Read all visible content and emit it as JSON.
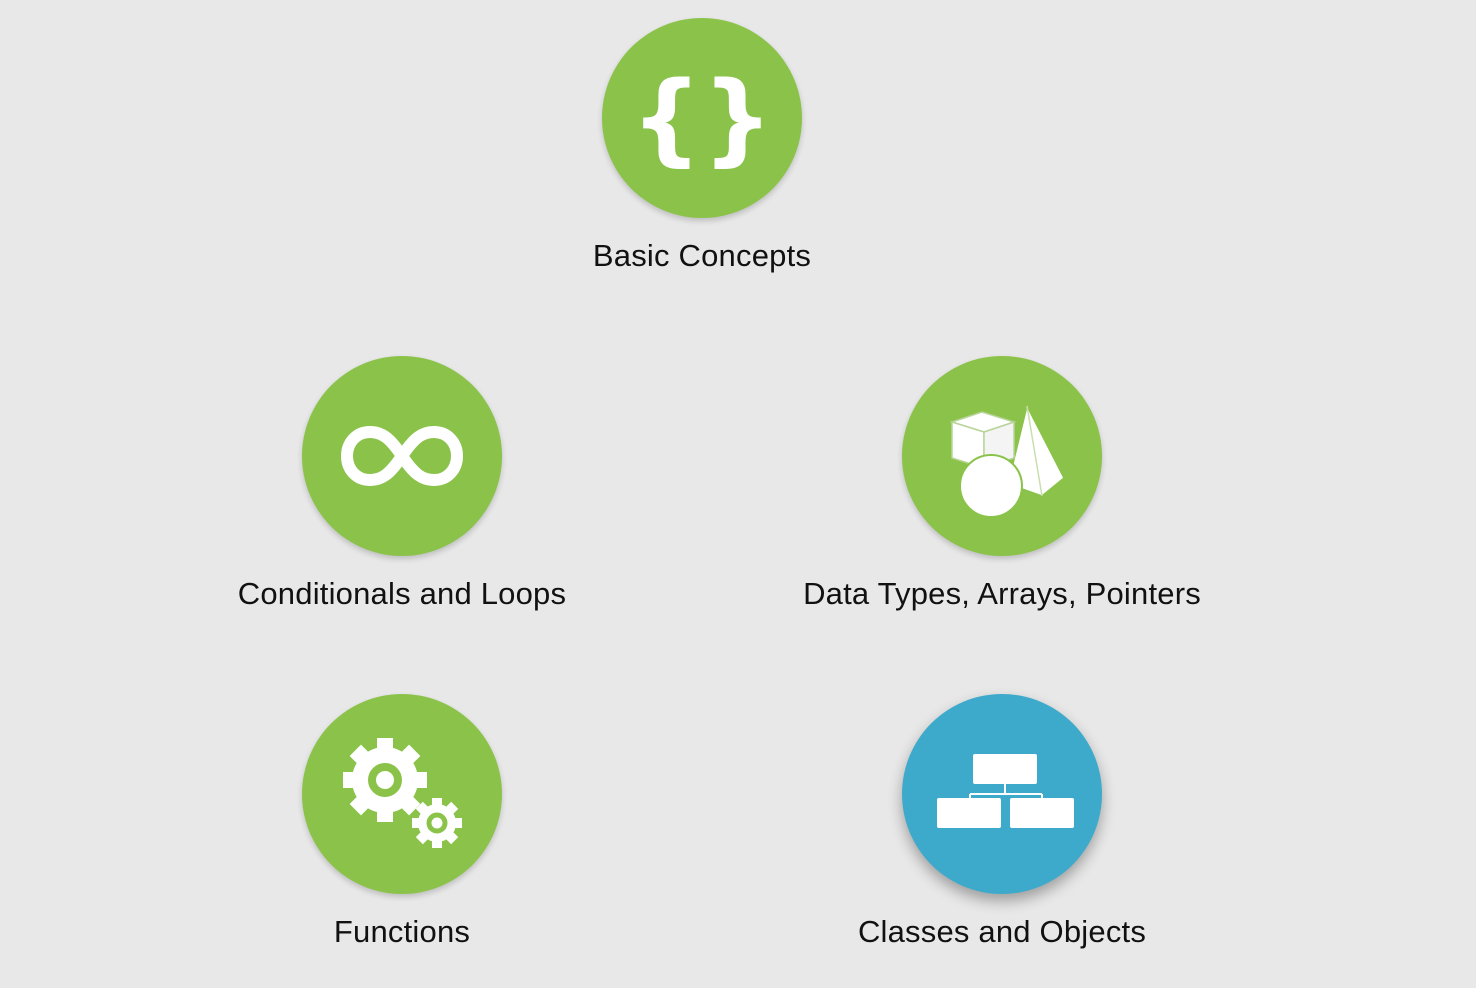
{
  "colors": {
    "background": "#e8e8e8",
    "completed": "#8bc34a",
    "current": "#3eaacb",
    "icon": "#ffffff",
    "label": "#111111"
  },
  "modules": [
    {
      "label": "Basic Concepts",
      "icon": "curly-braces-icon",
      "state": "completed"
    },
    {
      "label": "Conditionals and Loops",
      "icon": "infinity-icon",
      "state": "completed"
    },
    {
      "label": "Data Types, Arrays, Pointers",
      "icon": "shapes-icon",
      "state": "completed"
    },
    {
      "label": "Functions",
      "icon": "gears-icon",
      "state": "completed"
    },
    {
      "label": "Classes and Objects",
      "icon": "hierarchy-icon",
      "state": "current"
    }
  ]
}
